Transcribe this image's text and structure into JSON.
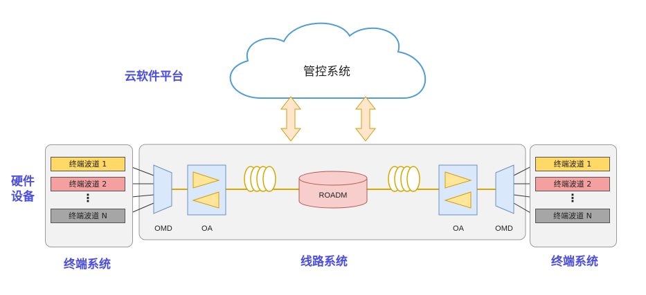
{
  "cloud": {
    "label": "云软件平台",
    "system": "管控系统"
  },
  "hardware": {
    "label_line1": "硬件",
    "label_line2": "设备"
  },
  "left_terminal": {
    "title": "终端系统",
    "waves": [
      "终端波道 1",
      "终端波道 2",
      "⋮",
      "终端波道 N"
    ]
  },
  "right_terminal": {
    "title": "终端系统",
    "waves": [
      "终端波道 1",
      "终端波道 2",
      "⋮",
      "终端波道 N"
    ]
  },
  "line_system": {
    "title": "线路系统",
    "roadm": "ROADM",
    "omd_left": "OMD",
    "oa_left": "OA",
    "oa_right": "OA",
    "omd_right": "OMD"
  },
  "colors": {
    "wave1": "#ffd966",
    "wave2": "#f4a0a0",
    "waveN": "#a6a6a6",
    "blue_box": "#dae8fc",
    "yellow_tri": "#ffe699",
    "fiber": "#d8a800",
    "arrow_fill": "#ffe6cc",
    "arrow_stroke": "#d79b00",
    "roadm_fill": "#f8cecc",
    "roadm_stroke": "#b85450",
    "label_blue": "#4a4de0"
  }
}
